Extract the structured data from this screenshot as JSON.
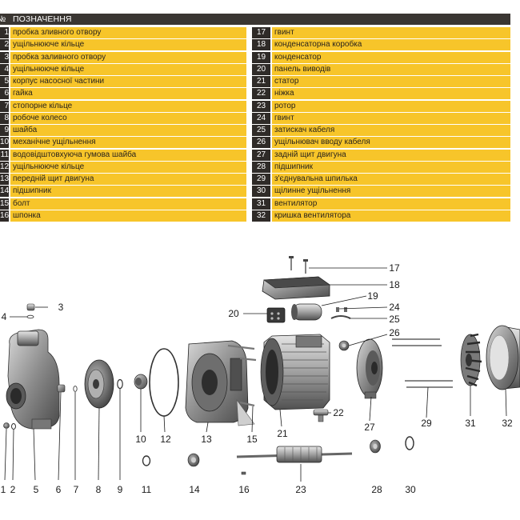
{
  "table": {
    "header_num": "№",
    "header_label": "ПОЗНАЧЕННЯ",
    "rows_left": [
      {
        "num": "1",
        "label": "пробка зливного отвору"
      },
      {
        "num": "2",
        "label": "ущільнююче кільце"
      },
      {
        "num": "3",
        "label": "пробка заливного отвору"
      },
      {
        "num": "4",
        "label": "ущільнююче кільце"
      },
      {
        "num": "5",
        "label": "корпус насосної частини"
      },
      {
        "num": "6",
        "label": "гайка"
      },
      {
        "num": "7",
        "label": "стопорне кільце"
      },
      {
        "num": "8",
        "label": "робоче колесо"
      },
      {
        "num": "9",
        "label": "шайба"
      },
      {
        "num": "10",
        "label": "механічне ущільнення"
      },
      {
        "num": "11",
        "label": "водовідштовхуюча гумова шайба"
      },
      {
        "num": "12",
        "label": "ущільнююче кільце"
      },
      {
        "num": "13",
        "label": "передній щит двигуна"
      },
      {
        "num": "14",
        "label": "підшипник"
      },
      {
        "num": "15",
        "label": "болт"
      },
      {
        "num": "16",
        "label": "шпонка"
      }
    ],
    "rows_right": [
      {
        "num": "17",
        "label": "гвинт"
      },
      {
        "num": "18",
        "label": "конденсаторна коробка"
      },
      {
        "num": "19",
        "label": "конденсатор"
      },
      {
        "num": "20",
        "label": "панель виводів"
      },
      {
        "num": "21",
        "label": "статор"
      },
      {
        "num": "22",
        "label": "ніжка"
      },
      {
        "num": "23",
        "label": "ротор"
      },
      {
        "num": "24",
        "label": "гвинт"
      },
      {
        "num": "25",
        "label": "затискач кабеля"
      },
      {
        "num": "26",
        "label": "ущільнювач вводу кабеля"
      },
      {
        "num": "27",
        "label": "задній щит двигуна"
      },
      {
        "num": "28",
        "label": "підшипник"
      },
      {
        "num": "29",
        "label": "з'єднувальна шпилька"
      },
      {
        "num": "30",
        "label": "щілинне ущільнення"
      },
      {
        "num": "31",
        "label": "вентилятор"
      },
      {
        "num": "32",
        "label": "кришка вентилятора"
      }
    ]
  },
  "diagram": {
    "callouts": [
      "1",
      "2",
      "3",
      "4",
      "5",
      "6",
      "7",
      "8",
      "9",
      "10",
      "11",
      "12",
      "13",
      "14",
      "15",
      "16",
      "17",
      "18",
      "19",
      "20",
      "21",
      "22",
      "23",
      "24",
      "25",
      "26",
      "27",
      "28",
      "29",
      "30",
      "31",
      "32"
    ]
  },
  "colors": {
    "header_bg": "#3a3632",
    "num_bg": "#2f2b28",
    "label_bg": "#f7c52a",
    "part_metal": "#9a9a9a"
  }
}
